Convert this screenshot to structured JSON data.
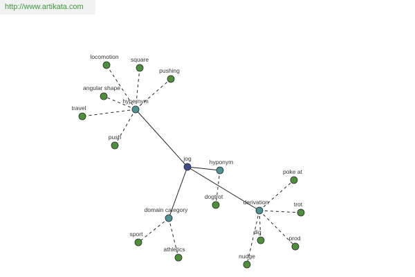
{
  "url": "http://www.artikata.com",
  "colors": {
    "center": "#3f4a8a",
    "relation": "#4a9494",
    "leaf": "#4f8f3a",
    "edge": "#222222",
    "label": "#333333"
  },
  "graph": {
    "center": {
      "id": "jog",
      "label": "jog"
    },
    "relations": [
      {
        "id": "hypernym",
        "label": "hypernym",
        "leaves": [
          "locomotion",
          "square",
          "pushing",
          "angular shape",
          "travel",
          "push"
        ]
      },
      {
        "id": "hyponym",
        "label": "hyponym",
        "leaves": [
          "dogtrot"
        ]
      },
      {
        "id": "derivation",
        "label": "derivation",
        "leaves": [
          "poke at",
          "trot",
          "prod",
          "dig",
          "nudge"
        ]
      },
      {
        "id": "domain-category",
        "label": "domain category",
        "leaves": [
          "sport",
          "athletics"
        ]
      }
    ]
  }
}
